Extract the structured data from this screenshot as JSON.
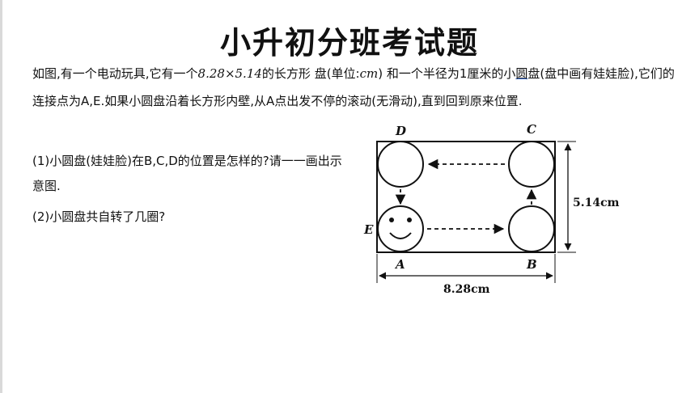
{
  "title": "小升初分班考试题",
  "problem": {
    "seg1": "如图,有一个电动玩具,它有一个",
    "dims": "8.28×5.14",
    "seg2": "的长方形 盘(单位:",
    "unit": "cm",
    "seg3": ") 和一个半径为1厘米的小",
    "underlined": "圆",
    "seg4": "盘(盘中画有娃娃脸),它们的连接点为A,E.如果小圆盘沿着长方形内壁,从A点出发不停的滚动(无滑动),直到回到原来位置."
  },
  "questions": [
    "(1)小圆盘(娃娃脸)在B,C,D的位置是怎样的?请一一画出示意图.",
    "(2)小圆盘共自转了几圈?"
  ],
  "figure": {
    "labels": {
      "a": "A",
      "b": "B",
      "c": "C",
      "d": "D",
      "e": "E"
    },
    "width_label": "8.28cm",
    "height_label": "5.14cm"
  }
}
